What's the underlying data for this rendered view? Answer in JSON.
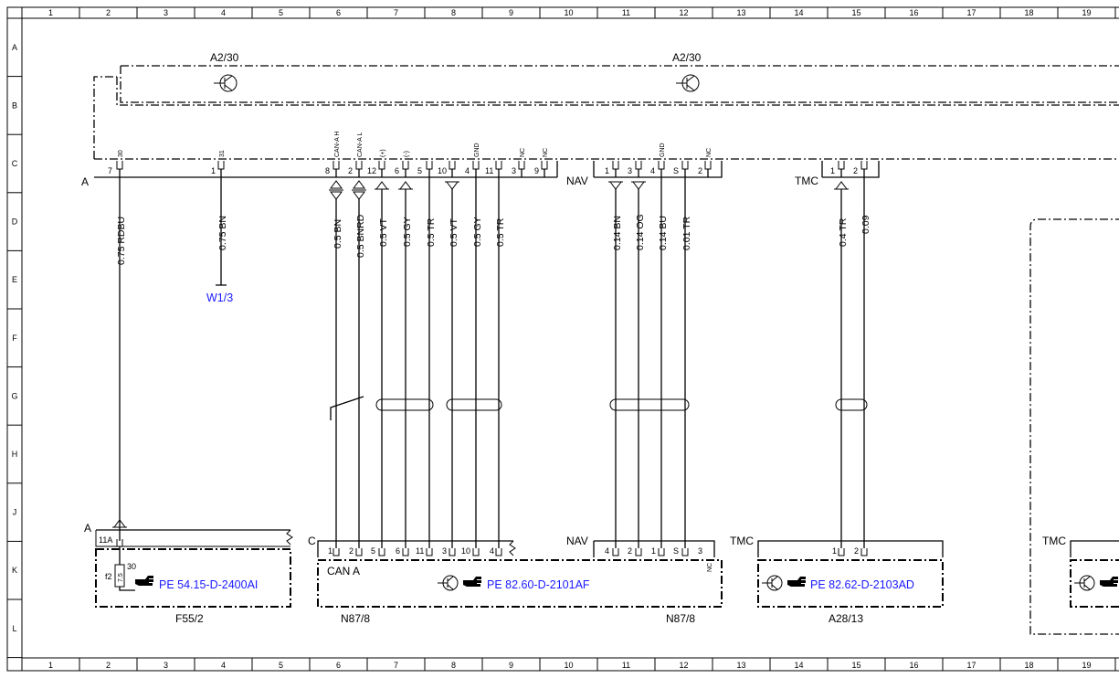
{
  "grid": {
    "columns": [
      "1",
      "2",
      "3",
      "4",
      "5",
      "6",
      "7",
      "8",
      "9",
      "10",
      "11",
      "12",
      "13",
      "14",
      "15",
      "16",
      "17",
      "18",
      "19"
    ],
    "rows": [
      "A",
      "B",
      "C",
      "D",
      "E",
      "F",
      "G",
      "H",
      "J",
      "K",
      "L"
    ]
  },
  "modules": {
    "top_left": "A2/30",
    "top_right": "A2/30"
  },
  "connectors": {
    "a_left": "A",
    "nav_top": "NAV",
    "tmc_top": "TMC",
    "a_bottom": "A",
    "c_bottom": "C",
    "nav_bottom": "NAV",
    "tmc_bottom_mid": "TMC",
    "tmc_bottom_right": "TMC"
  },
  "pins_top": [
    {
      "num": "7",
      "sig": "30"
    },
    {
      "num": "1",
      "sig": "31"
    },
    {
      "num": "8",
      "sig": "CAN-A H"
    },
    {
      "num": "2",
      "sig": "CAN-A L"
    },
    {
      "num": "12",
      "sig": "(+)"
    },
    {
      "num": "6",
      "sig": "(-)"
    },
    {
      "num": "5",
      "sig": ""
    },
    {
      "num": "10",
      "sig": ""
    },
    {
      "num": "4",
      "sig": "GND"
    },
    {
      "num": "11",
      "sig": ""
    },
    {
      "num": "3",
      "sig": "NC"
    },
    {
      "num": "9",
      "sig": "NC"
    },
    {
      "num": "1",
      "sig": ""
    },
    {
      "num": "3",
      "sig": ""
    },
    {
      "num": "4",
      "sig": "GND"
    },
    {
      "num": "S",
      "sig": ""
    },
    {
      "num": "2",
      "sig": "NC"
    },
    {
      "num": "1",
      "sig": ""
    },
    {
      "num": "2",
      "sig": ""
    }
  ],
  "wires": [
    "0.75 RDBU",
    "0.75 BN",
    "0.5 BN",
    "0.5 BNRD",
    "0.5 VT",
    "0.5 GY",
    "0.5 TR",
    "0.5 VT",
    "0.5 GY",
    "0.5 TR",
    "0.14 BN",
    "0.14 OG",
    "0.14 BU",
    "0.01 TR",
    "0.4 TR",
    "0.09"
  ],
  "ground_ref": "W1/3",
  "fuse": {
    "pin": "11A",
    "fuse_label": "f2",
    "rating": "7.5",
    "terminal": "30",
    "name": "F55/2",
    "ref": "PE 54.15-D-2400AI"
  },
  "pins_bottom_c": [
    "1",
    "2",
    "5",
    "6",
    "11",
    "3",
    "10",
    "4"
  ],
  "pins_bottom_nav": [
    "4",
    "2",
    "1",
    "S",
    "3"
  ],
  "nc_label": "NC",
  "pins_bottom_tmc": [
    "1",
    "2"
  ],
  "can_label": "CAN A",
  "device_n87": {
    "name_left": "N87/8",
    "name_right": "N87/8",
    "ref": "PE 82.60-D-2101AF"
  },
  "device_a28": {
    "name": "A28/13",
    "ref": "PE 82.62-D-2103AD"
  },
  "colors": {
    "line": "#000000",
    "reference_link": "#1a1aff"
  }
}
